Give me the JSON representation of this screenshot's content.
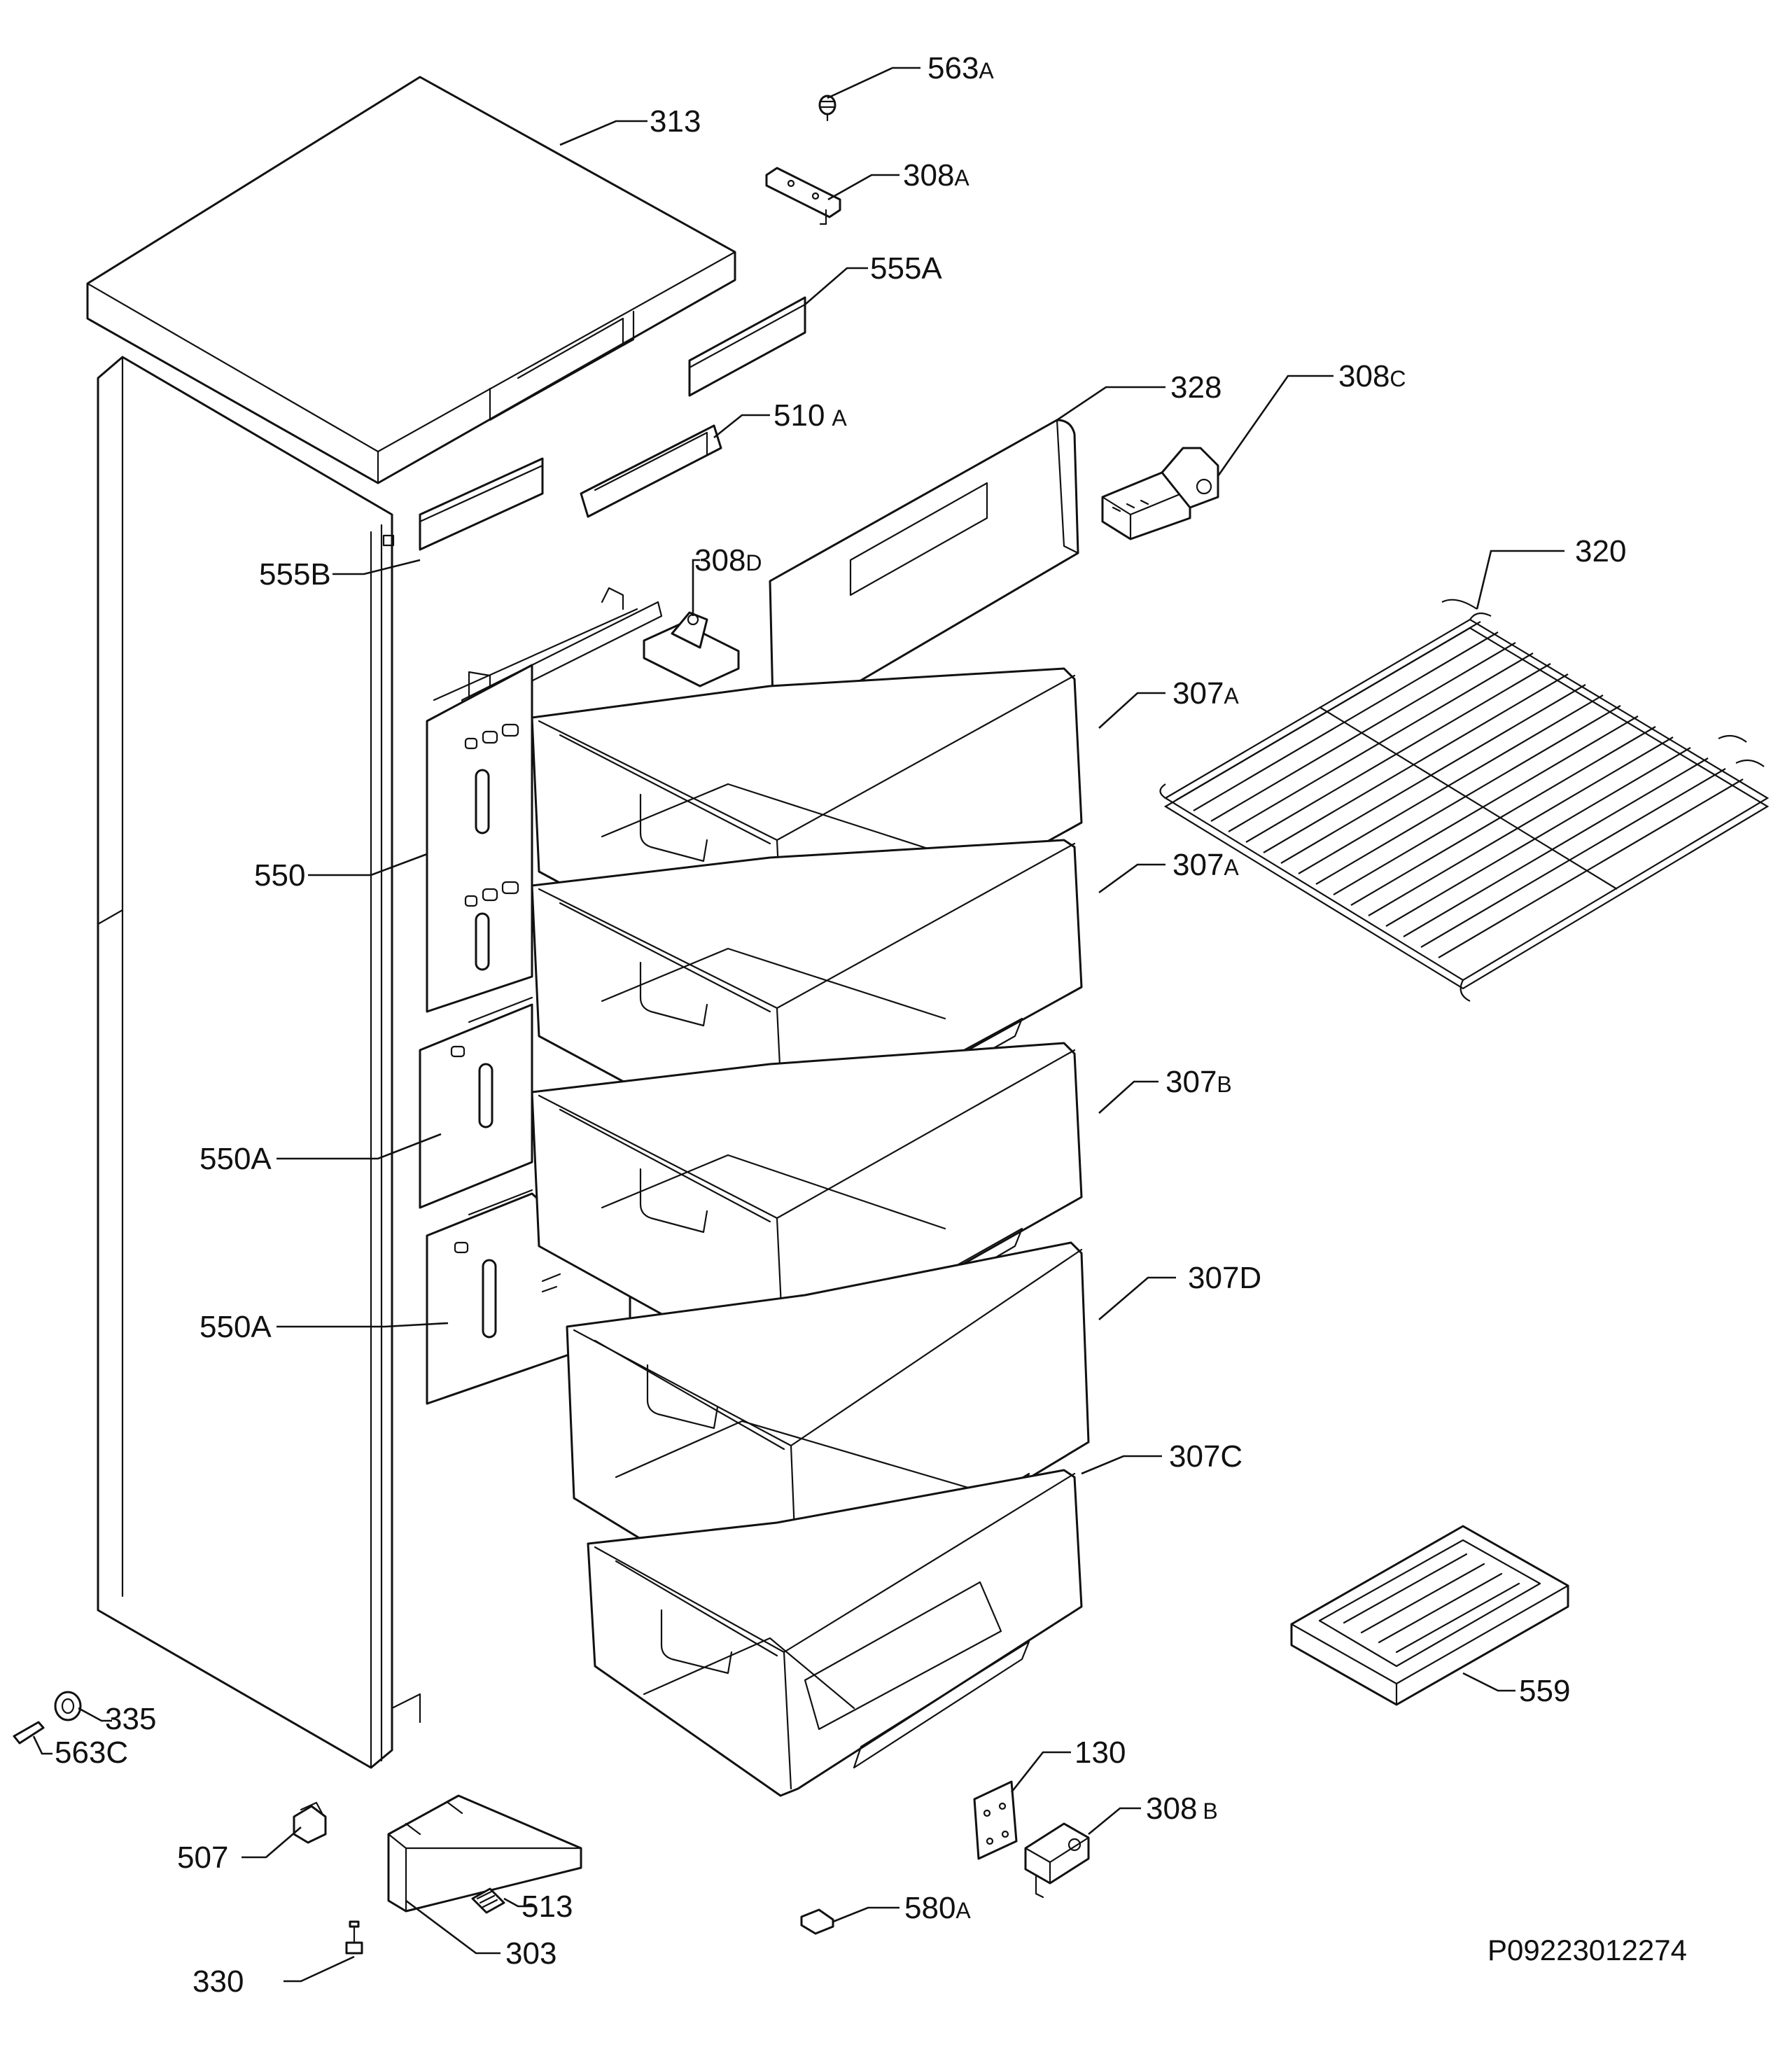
{
  "callouts": [
    {
      "id": "563a",
      "num": "563",
      "suffix": "A"
    },
    {
      "id": "313",
      "num": "313",
      "suffix": ""
    },
    {
      "id": "308a",
      "num": "308",
      "suffix": "A"
    },
    {
      "id": "555a",
      "num": "555A",
      "suffix": ""
    },
    {
      "id": "328",
      "num": "328",
      "suffix": ""
    },
    {
      "id": "308c",
      "num": "308",
      "suffix": "C"
    },
    {
      "id": "510a",
      "num": "510",
      "suffix": "A"
    },
    {
      "id": "555b",
      "num": "555B",
      "suffix": ""
    },
    {
      "id": "308d",
      "num": "308",
      "suffix": "D"
    },
    {
      "id": "320",
      "num": "320",
      "suffix": ""
    },
    {
      "id": "307a1",
      "num": "307",
      "suffix": "A"
    },
    {
      "id": "307a2",
      "num": "307",
      "suffix": "A"
    },
    {
      "id": "550",
      "num": "550",
      "suffix": ""
    },
    {
      "id": "307b",
      "num": "307",
      "suffix": "B"
    },
    {
      "id": "550a1",
      "num": "550A",
      "suffix": ""
    },
    {
      "id": "307d",
      "num": "307",
      "suffix": "D"
    },
    {
      "id": "550a2",
      "num": "550A",
      "suffix": ""
    },
    {
      "id": "307c",
      "num": "307",
      "suffix": "C"
    },
    {
      "id": "559",
      "num": "559",
      "suffix": ""
    },
    {
      "id": "335",
      "num": "335",
      "suffix": ""
    },
    {
      "id": "563c",
      "num": "563",
      "suffix": "C"
    },
    {
      "id": "130",
      "num": "130",
      "suffix": ""
    },
    {
      "id": "308b",
      "num": "308",
      "suffix": "B"
    },
    {
      "id": "507",
      "num": "507",
      "suffix": ""
    },
    {
      "id": "513",
      "num": "513",
      "suffix": ""
    },
    {
      "id": "580a",
      "num": "580",
      "suffix": "A"
    },
    {
      "id": "303",
      "num": "303",
      "suffix": ""
    },
    {
      "id": "330",
      "num": "330",
      "suffix": ""
    }
  ],
  "drawing_code": "P09223012274"
}
